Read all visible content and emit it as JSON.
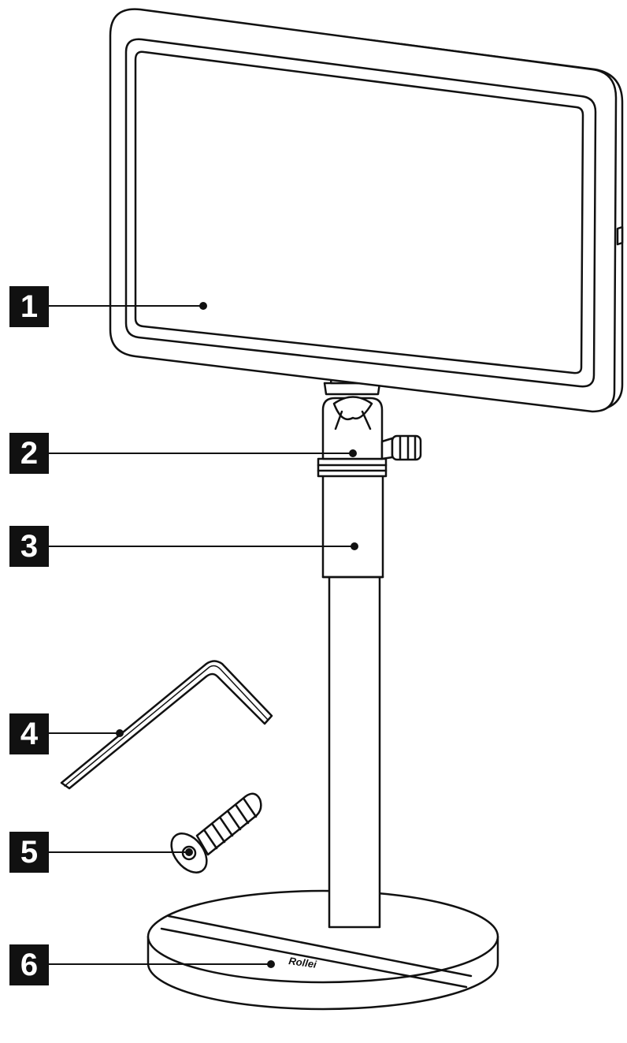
{
  "callouts": [
    {
      "number": "1"
    },
    {
      "number": "2"
    },
    {
      "number": "3"
    },
    {
      "number": "4"
    },
    {
      "number": "5"
    },
    {
      "number": "6"
    }
  ],
  "base": {
    "logo_text": "Rollei"
  },
  "colors": {
    "line": "#111111",
    "fill": "#ffffff",
    "label_bg": "#111111",
    "label_text": "#ffffff"
  }
}
